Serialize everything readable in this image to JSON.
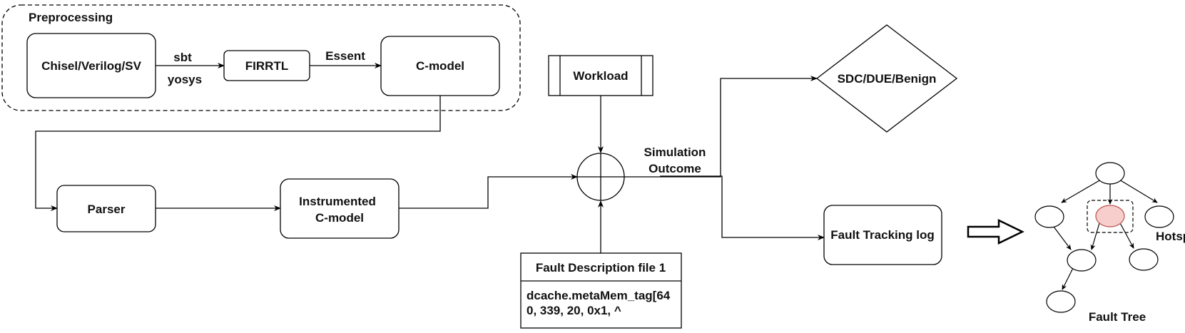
{
  "preprocessing": {
    "title": "Preprocessing",
    "source_box": "Chisel/Verilog/SV",
    "edge_top": "sbt",
    "edge_bottom": "yosys",
    "firrtl_box": "FIRRTL",
    "essent_edge": "Essent",
    "cmodel_box": "C-model"
  },
  "parser_box": "Parser",
  "instrumented": {
    "line1": "Instrumented",
    "line2": "C-model"
  },
  "workload_box": "Workload",
  "fault_description": {
    "header": "Fault Description file 1",
    "line1": "dcache.metaMem_tag[64",
    "line2": "0, 339, 20, 0x1, ^"
  },
  "simulation_outcome": {
    "line1": "Simulation",
    "line2": "Outcome"
  },
  "outcome_diamond": "SDC/DUE/Benign",
  "fault_tracking_box": "Fault Tracking log",
  "fault_tree": {
    "label": "Fault Tree",
    "hotspot_label": "Hotspot"
  },
  "colors": {
    "stroke": "#000000",
    "hotspot_fill": "#f8cecc",
    "hotspot_stroke": "#b85450"
  }
}
